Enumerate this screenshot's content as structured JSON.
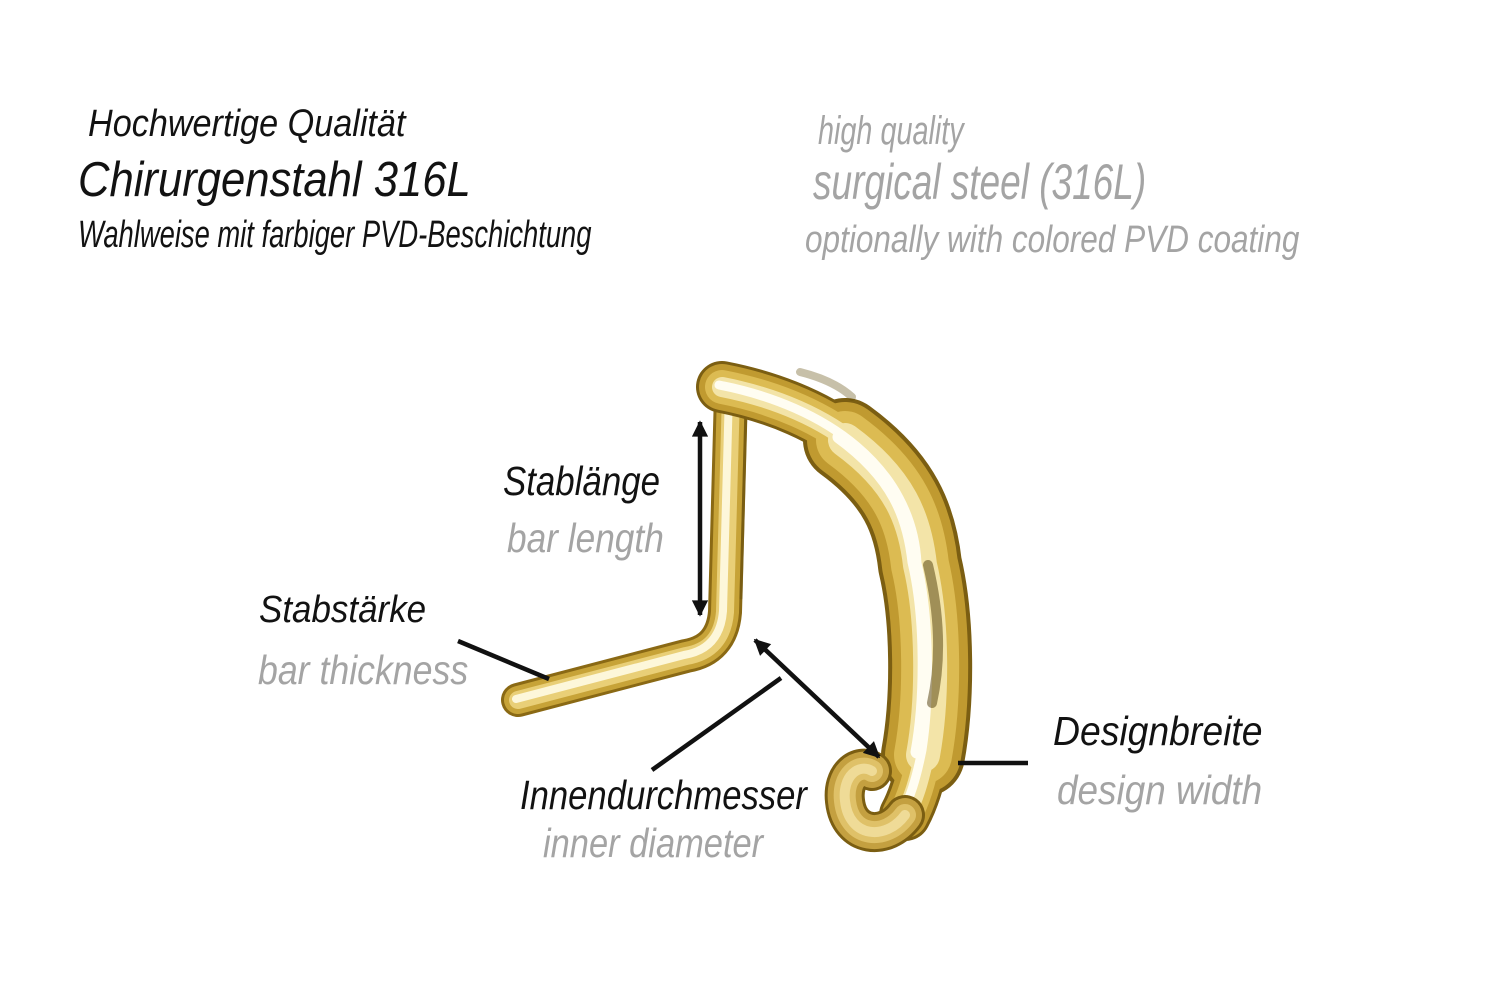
{
  "header": {
    "german": {
      "line1": "Hochwertige Qualität",
      "line2": "Chirurgenstahl 316L",
      "line3": "Wahlweise mit farbiger PVD-Beschichtung"
    },
    "english": {
      "line1": "high quality",
      "line2": "surgical steel (316L)",
      "line3": "optionally with colored PVD coating"
    }
  },
  "annotations": {
    "bar_length": {
      "de": "Stablänge",
      "en": "bar length"
    },
    "bar_thickness": {
      "de": "Stabstärke",
      "en": "bar thickness"
    },
    "inner_diameter": {
      "de": "Innendurchmesser",
      "en": "inner diameter"
    },
    "design_width": {
      "de": "Designbreite",
      "en": "design width"
    }
  },
  "product": {
    "item": "nose stud spiral",
    "material_finish": "gold"
  },
  "colors": {
    "background": "#ffffff",
    "text_primary": "#121212",
    "text_secondary": "#a4a4a4",
    "arrow": "#111111",
    "gold_dark": "#7b5e12",
    "gold_base": "#c7a338",
    "gold_light": "#e2c15e",
    "gold_cream": "#f5e7af",
    "gold_highlight": "#fffdf2"
  }
}
